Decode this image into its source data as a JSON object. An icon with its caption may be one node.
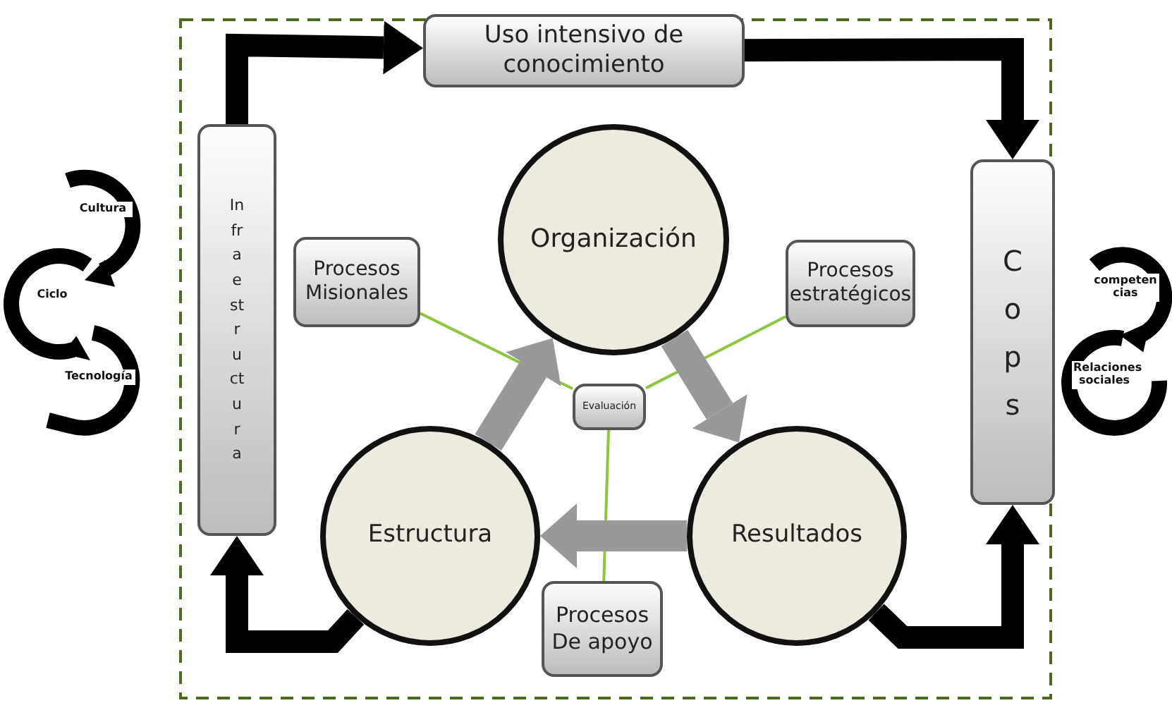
{
  "diagram": {
    "nodes": [
      {
        "text": [
          "Uso intensivo de conocimiento"
        ]
      },
      {
        "text": [
          "Infraestructura"
        ]
      },
      {
        "text": [
          "Cops"
        ]
      },
      {
        "text": [
          "Organización"
        ]
      },
      {
        "text": [
          "Procesos Misionales"
        ]
      },
      {
        "text": [
          "Procesos estratégicos"
        ]
      },
      {
        "text": [
          "Evaluación"
        ]
      },
      {
        "text": [
          "Estructura"
        ]
      },
      {
        "text": [
          "Resultados"
        ]
      },
      {
        "text": [
          "Procesos De apoyo"
        ]
      }
    ],
    "edges": [
      {
        "from": 1,
        "to": 0,
        "arrow": "to"
      },
      {
        "from": 0,
        "to": 2,
        "arrow": "to"
      },
      {
        "from": 8,
        "to": 2,
        "arrow": "to"
      },
      {
        "from": 7,
        "to": 1,
        "arrow": "to"
      },
      {
        "from": 6,
        "to": 4,
        "arrow": "none",
        "color": "#8dc63f"
      },
      {
        "from": 6,
        "to": 5,
        "arrow": "none",
        "color": "#8dc63f"
      },
      {
        "from": 6,
        "to": 9,
        "arrow": "none",
        "color": "#8dc63f"
      },
      {
        "from": 7,
        "to": 3,
        "arrow": "to",
        "color": "#999999"
      },
      {
        "from": 3,
        "to": 8,
        "arrow": "to",
        "color": "#999999"
      },
      {
        "from": 8,
        "to": 7,
        "arrow": "to",
        "color": "#999999"
      }
    ],
    "labels": [
      "Cultura",
      "Ciclo",
      "Tecnología",
      "competen cias",
      "Relaciones sociales"
    ]
  }
}
